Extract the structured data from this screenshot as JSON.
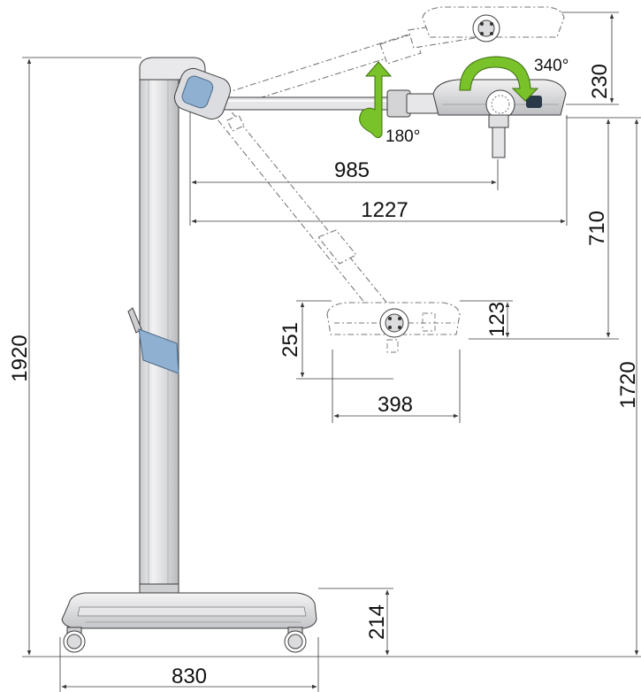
{
  "dimensions": {
    "total_height": "1920",
    "arm_reach_short": "985",
    "arm_reach_long": "1227",
    "head_offset_top": "230",
    "vertical_travel": "710",
    "max_height": "1720",
    "lamp_head_height": "251",
    "lamp_head_thickness": "123",
    "lamp_head_diameter": "398",
    "base_height": "214",
    "base_width": "830"
  },
  "rotations": {
    "vertical_axis": "180°",
    "head_rotation": "340°"
  },
  "colors": {
    "arrow_green": "#79c22a",
    "clip_blue": "#8fb0d0",
    "column_grey": "#d7d8da",
    "outline": "#3c3c3c"
  }
}
